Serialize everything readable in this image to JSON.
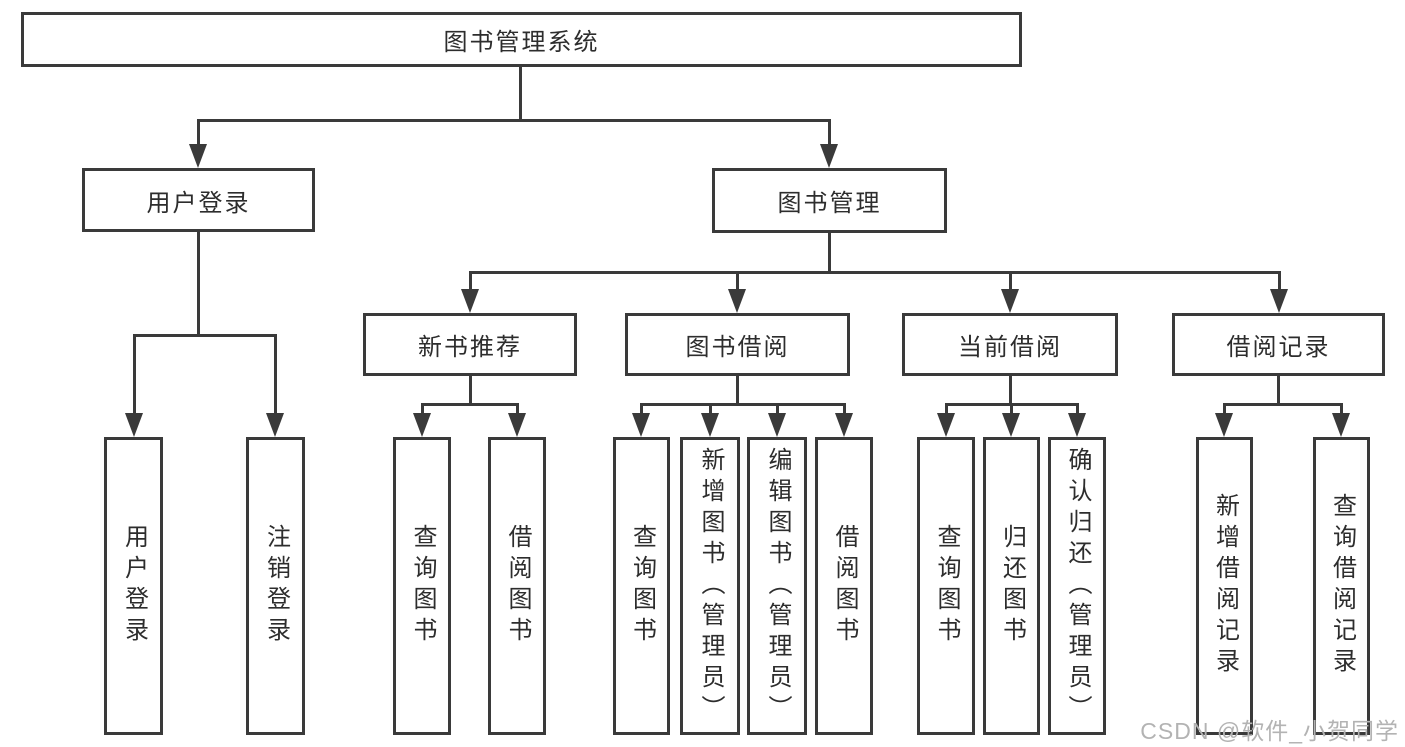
{
  "diagram": {
    "root": {
      "label": "图书管理系统"
    },
    "level2": [
      {
        "label": "用户登录"
      },
      {
        "label": "图书管理"
      }
    ],
    "level3": [
      {
        "label": "新书推荐"
      },
      {
        "label": "图书借阅"
      },
      {
        "label": "当前借阅"
      },
      {
        "label": "借阅记录"
      }
    ],
    "leaves": [
      {
        "label": "用户登录"
      },
      {
        "label": "注销登录"
      },
      {
        "label": "查询图书"
      },
      {
        "label": "借阅图书"
      },
      {
        "label": "查询图书"
      },
      {
        "label": "新增图书（管理员）"
      },
      {
        "label": "编辑图书（管理员）"
      },
      {
        "label": "借阅图书"
      },
      {
        "label": "查询图书"
      },
      {
        "label": "归还图书"
      },
      {
        "label": "确认归还（管理员）"
      },
      {
        "label": "新增借阅记录"
      },
      {
        "label": "查询借阅记录"
      }
    ],
    "colors": {
      "line": "#3a3a3a",
      "text": "#2d2d2d",
      "watermark": "#b3b3b3",
      "background": "#ffffff"
    }
  },
  "watermark": {
    "text": "CSDN @软件_小贺同学"
  }
}
